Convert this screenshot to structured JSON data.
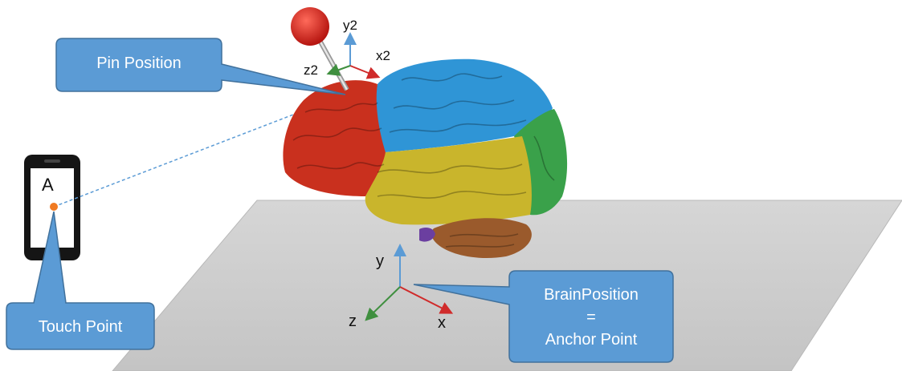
{
  "callouts": {
    "pin_position": "Pin Position",
    "touch_point": "Touch Point",
    "brain_position_line1": "BrainPosition",
    "brain_position_line2": "=",
    "brain_position_line3": "Anchor Point"
  },
  "phone": {
    "label": "A"
  },
  "axes": {
    "pin": {
      "y": "y2",
      "x": "x2",
      "z": "z2"
    },
    "anchor": {
      "y": "y",
      "x": "x",
      "z": "z"
    }
  },
  "colors": {
    "callout_fill": "#5b9bd5",
    "callout_stroke": "#41719c",
    "floor": "#cfcfcf",
    "pin_head": "#e52620",
    "y_axis": "#5b9bd5",
    "x_axis": "#d02b2b",
    "z_axis": "#3f8f3f",
    "frontal_lobe": "#c9301e",
    "parietal_lobe": "#2f95d6",
    "occipital_lobe": "#3aa14a",
    "temporal_lobe": "#c9b52c",
    "cerebellum": "#9a5a2c",
    "touch_dot": "#f07a22"
  }
}
